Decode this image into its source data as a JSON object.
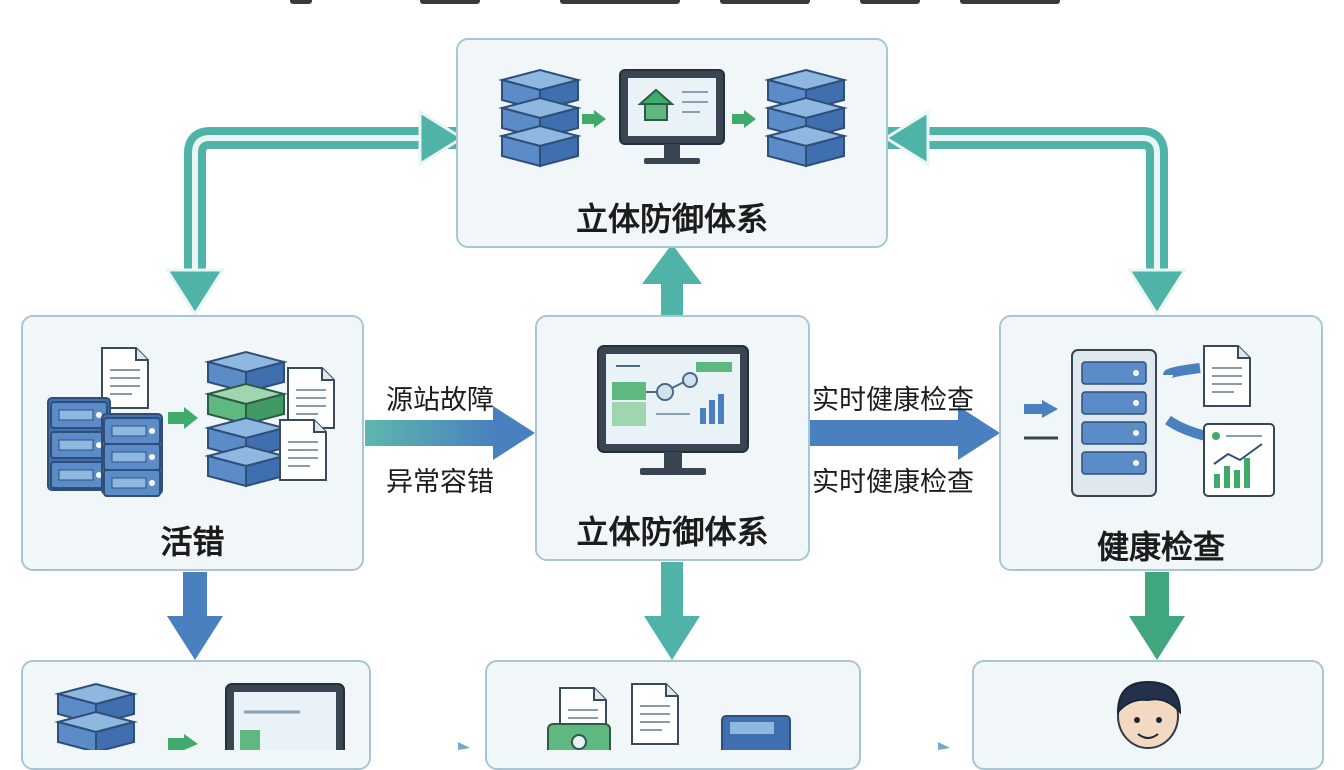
{
  "nodes": {
    "top_center": {
      "label": "立体防御体系"
    },
    "left": {
      "label": "活错"
    },
    "center": {
      "label": "立体防御体系"
    },
    "right": {
      "label": "健康检查"
    }
  },
  "edges": {
    "left_to_center_top": "源站故障",
    "left_to_center_bottom": "异常容错",
    "center_to_right_top": "实时健康检查",
    "center_to_right_bottom": "实时健康检查"
  },
  "colors": {
    "teal": "#4fb3a8",
    "blue": "#4a7fc0",
    "green": "#3faa6a",
    "box_bg": "#f1f7f9",
    "box_border": "#a9c6d2"
  }
}
